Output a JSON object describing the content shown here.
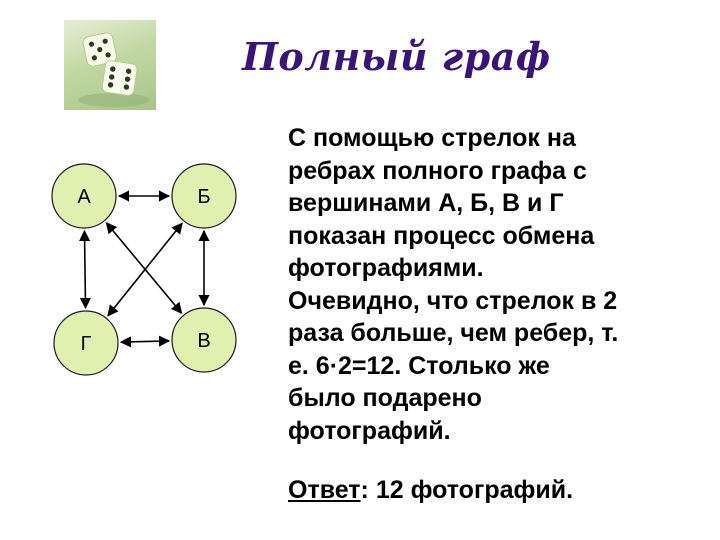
{
  "title": "Полный граф",
  "logo": {
    "icon": "dice-icon"
  },
  "graph": {
    "nodes": [
      {
        "id": "A",
        "label": "А"
      },
      {
        "id": "B",
        "label": "Б"
      },
      {
        "id": "V",
        "label": "В"
      },
      {
        "id": "G",
        "label": "Г"
      }
    ],
    "edges": [
      {
        "from": "А",
        "to": "Б",
        "arrows": "both"
      },
      {
        "from": "А",
        "to": "Г",
        "arrows": "both"
      },
      {
        "from": "А",
        "to": "В",
        "arrows": "both"
      },
      {
        "from": "Б",
        "to": "Г",
        "arrows": "both"
      },
      {
        "from": "Б",
        "to": "В",
        "arrows": "both"
      },
      {
        "from": "Г",
        "to": "В",
        "arrows": "both"
      }
    ],
    "colors": {
      "node_fill": "#e0f0b0",
      "node_stroke": "#1a1a1a",
      "edge": "#000000"
    }
  },
  "text": {
    "lines": [
      "С помощью стрелок на",
      "ребрах полного графа с",
      "вершинами А, Б, В и Г",
      "показан процесс обмена",
      "фотографиями.",
      "Очевидно, что стрелок в 2",
      "раза больше, чем ребер, т.",
      "е. 6·2=12. Столько же",
      "было подарено",
      "фотографий."
    ],
    "answer_label": "Ответ",
    "answer_value": ": 12 фотографий."
  }
}
